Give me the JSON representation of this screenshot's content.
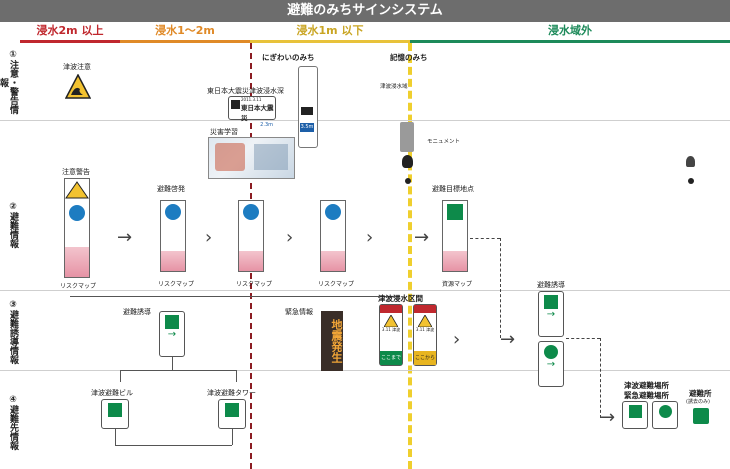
{
  "title": "避難のみちサインシステム",
  "zones": [
    {
      "label": "浸水2m 以上",
      "color": "#c0282e"
    },
    {
      "label": "浸水1～2m",
      "color": "#e08a28"
    },
    {
      "label": "浸水1m 以下",
      "color": "#e8c23a"
    },
    {
      "label": "浸水域外",
      "color": "#1d8a5a"
    }
  ],
  "rows": [
    {
      "num": "①",
      "label": "注意・警告情報"
    },
    {
      "num": "②",
      "label": "避難情報"
    },
    {
      "num": "③",
      "label": "避難誘導情報"
    },
    {
      "num": "④",
      "label": "避難先情報"
    }
  ],
  "labels": {
    "tsunami_caution": "津波注意",
    "nigiwai": "にぎわいのみち",
    "kioku": "記憶のみち",
    "kioku_sign": "津波浸水域",
    "higashi_title": "東日本大震災津波浸水深",
    "higashi_date": "2011.3.11",
    "higashi_big": "東日本大震災",
    "higashi_depth": "2.3m",
    "pole_depth": "3.5m",
    "saigai": "災害学習",
    "monument": "モニュメント",
    "chui_keikoku": "注意警告",
    "hinan_keihatsu": "避難啓発",
    "hinan_mokuhyo": "避難目標地点",
    "risk_map_1": "リスクマップ",
    "risk_map_2": "リスクマップ",
    "risk_map_3": "リスクマップ",
    "risk_map_4": "リスクマップ",
    "shigen_map": "資源マップ",
    "hinan_yudo_left": "避難誘導",
    "hinan_yudo_right": "避難誘導",
    "kinkyu": "緊急情報",
    "jishin": "地震発生",
    "shinsui_kukan": "津波浸水区間",
    "koko_made": "ここまで",
    "koko_kara": "ここから",
    "date_tag_1": "3.11 津波",
    "date_tag_2": "3.11 津波",
    "building": "津波避難ビル",
    "tower": "津波避難タワー",
    "kinkyu_basho_1": "津波避難場所",
    "kinkyu_basho_2": "緊急避難場所",
    "hinanjo": "避難所",
    "hinanjo_note": "(誘去のみ)"
  }
}
